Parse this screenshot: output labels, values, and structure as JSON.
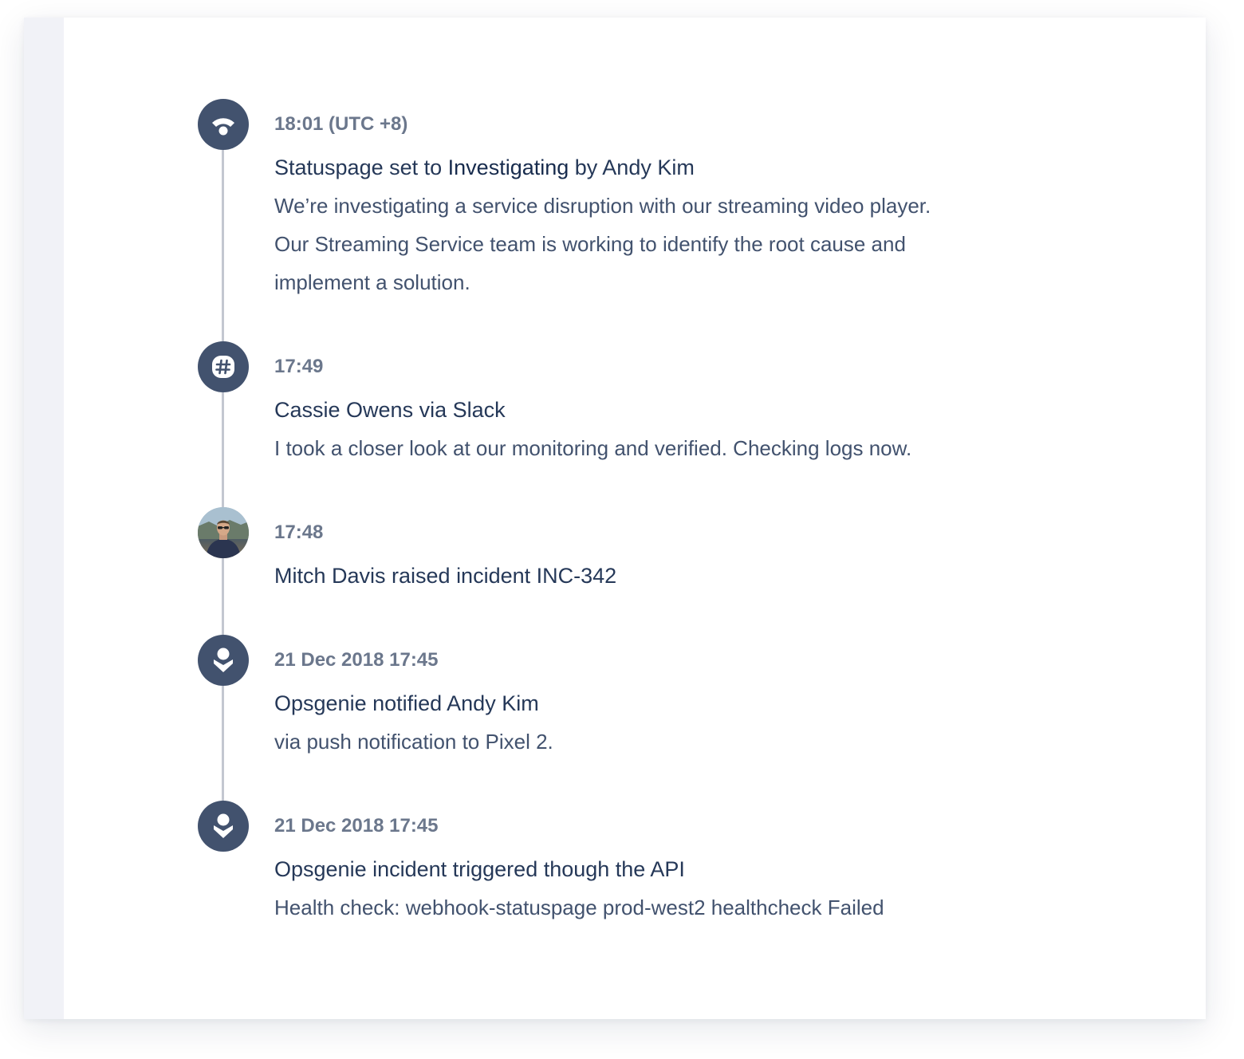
{
  "timeline": {
    "events": [
      {
        "time": "18:01 (UTC +8)",
        "title_prefix": "Statuspage set to ",
        "title_status": "Investigating",
        "title_suffix": " by Andy Kim",
        "body": "We’re investigating a service disruption with our streaming video player.\nOur Streaming Service team is working to identify the root cause and\nimplement a solution.",
        "icon": "statuspage-icon"
      },
      {
        "time": "17:49",
        "title": "Cassie Owens via Slack",
        "body": "I took a closer look at our monitoring and verified. Checking logs now.",
        "icon": "slack-icon"
      },
      {
        "time": "17:48",
        "title": "Mitch Davis raised incident INC-342",
        "icon": "user-avatar"
      },
      {
        "time": "21 Dec 2018 17:45",
        "title": "Opsgenie notified Andy Kim",
        "body": "via push notification to Pixel 2.",
        "icon": "opsgenie-icon"
      },
      {
        "time": "21 Dec 2018 17:45",
        "title": "Opsgenie incident triggered though the API",
        "body": "Health check: webhook-statuspage prod-west2 healthcheck Failed",
        "icon": "opsgenie-icon"
      }
    ]
  },
  "colors": {
    "marker": "#42526e",
    "connector": "#c3c7d0",
    "time_text": "#6b778c",
    "title_text": "#253858",
    "body_text": "#42526e",
    "stripe": "#f1f2f7"
  }
}
